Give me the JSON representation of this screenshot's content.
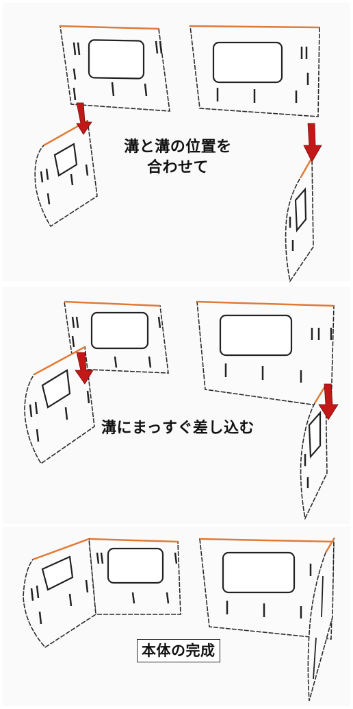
{
  "steps": [
    {
      "caption_line1": "溝と溝の位置を",
      "caption_line2": "合わせて"
    },
    {
      "caption": "溝にまっすぐ差し込む"
    },
    {
      "caption": "本体の完成"
    }
  ],
  "colors": {
    "arrow": "#c21818",
    "top_edge": "#e07a35",
    "outline": "#222222"
  }
}
